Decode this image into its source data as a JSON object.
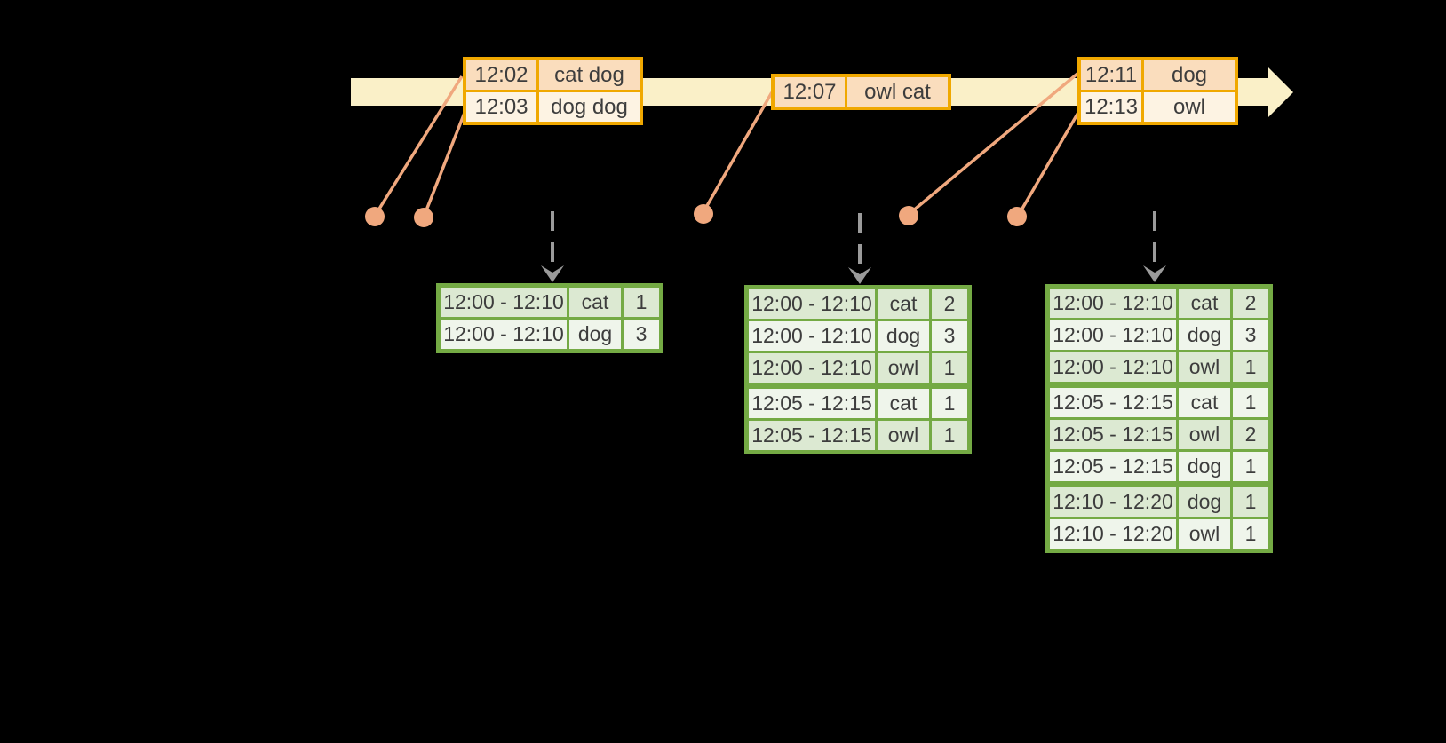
{
  "colors": {
    "background": "#000000",
    "timeline": "#FAF0C8",
    "event_table_border": "#F0A800",
    "event_row_dark": "#FADDBD",
    "event_row_light": "#FDF3E3",
    "marker": "#F0A87E",
    "result_table_border": "#74AA44",
    "result_row_dark": "#DCE9D2",
    "result_row_light": "#EFF5EB",
    "dashed_arrow": "#9B9B9B",
    "text": "#3D3D3D"
  },
  "icons": {
    "timeline_arrowhead": "right-arrowhead",
    "event_marker": "dot",
    "drop_arrow": "dashed-down-arrow"
  },
  "event_tables": [
    {
      "rows": [
        [
          "12:02",
          "cat dog"
        ],
        [
          "12:03",
          "dog dog"
        ]
      ]
    },
    {
      "rows": [
        [
          "12:07",
          "owl cat"
        ]
      ]
    },
    {
      "rows": [
        [
          "12:11",
          "dog"
        ],
        [
          "12:13",
          "owl"
        ]
      ]
    }
  ],
  "result_tables": [
    {
      "rows": [
        [
          "12:00 - 12:10",
          "cat",
          "1"
        ],
        [
          "12:00 - 12:10",
          "dog",
          "3"
        ]
      ]
    },
    {
      "rows": [
        [
          "12:00 - 12:10",
          "cat",
          "2"
        ],
        [
          "12:00 - 12:10",
          "dog",
          "3"
        ],
        [
          "12:00 - 12:10",
          "owl",
          "1"
        ],
        [
          "12:05 - 12:15",
          "cat",
          "1"
        ],
        [
          "12:05 - 12:15",
          "owl",
          "1"
        ]
      ]
    },
    {
      "rows": [
        [
          "12:00 - 12:10",
          "cat",
          "2"
        ],
        [
          "12:00 - 12:10",
          "dog",
          "3"
        ],
        [
          "12:00 - 12:10",
          "owl",
          "1"
        ],
        [
          "12:05 - 12:15",
          "cat",
          "1"
        ],
        [
          "12:05 - 12:15",
          "owl",
          "2"
        ],
        [
          "12:05 - 12:15",
          "dog",
          "1"
        ],
        [
          "12:10 - 12:20",
          "dog",
          "1"
        ],
        [
          "12:10 - 12:20",
          "owl",
          "1"
        ]
      ]
    }
  ]
}
